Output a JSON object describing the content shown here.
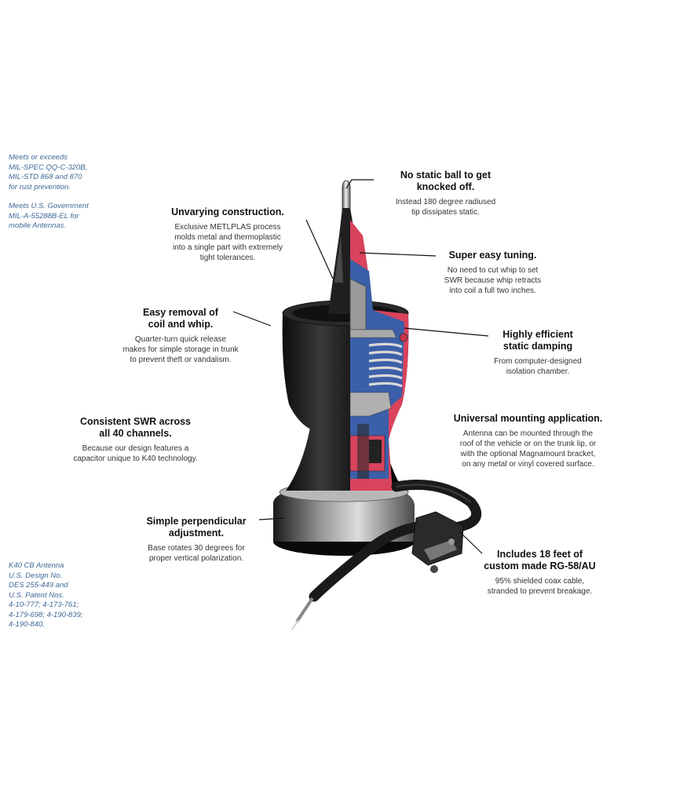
{
  "side_notes": {
    "spec": [
      "Meets or exceeds",
      "MIL-SPEC QQ-C-320B,",
      "MIL-STD 868 and 870",
      "for rust prevention.",
      "",
      "Meets U.S. Government",
      "MIL-A-55288B-EL for",
      "mobile Antennas."
    ],
    "patent": [
      "K40 CB Antenna",
      "U.S. Design No.",
      "DES 255-449 and",
      "U.S. Patent Nos.",
      "4-10-777;  4-173-761;",
      "4-179-698;  4-190-839;",
      "4-190-840."
    ]
  },
  "callouts": {
    "static_ball": {
      "title": "No static ball to get\nknocked off.",
      "body": "Instead 180 degree radiused\ntip dissipates static."
    },
    "construction": {
      "title": "Unvarying construction.",
      "body": "Exclusive METLPLAS process\nmolds metal and thermoplastic\ninto a single part with extremely\ntight tolerances."
    },
    "tuning": {
      "title": "Super easy tuning.",
      "body": "No need to cut whip to set\nSWR because whip retracts\ninto coil a full two inches."
    },
    "removal": {
      "title": "Easy removal of\ncoil and whip.",
      "body": "Quarter-turn quick release\nmakes for simple storage in trunk\nto prevent theft or vandalism."
    },
    "damping": {
      "title": "Highly efficient\nstatic damping",
      "body": "From computer-designed\nisolation chamber."
    },
    "swr": {
      "title": "Consistent SWR across\nall 40 channels.",
      "body": "Because our design features a\ncapacitor unique to K40 technology."
    },
    "mounting": {
      "title": "Universal mounting application.",
      "body": "Antenna can be mounted through the\nroof of the vehicle or on the trunk lip, or\nwith the optional Magnamount bracket,\non any metal or vinyl covered surface."
    },
    "adjustment": {
      "title": "Simple perpendicular\nadjustment.",
      "body": "Base rotates 30 degrees for\nproper vertical polarization."
    },
    "coax": {
      "title": "Includes 18 feet of\ncustom made RG-58/AU",
      "body": "95% shielded coax cable,\nstranded to prevent breakage."
    }
  },
  "colors": {
    "note_blue": "#3f6a96",
    "body_black": "#1c1c1c",
    "cutaway_blue": "#3b5fa8",
    "cutaway_red": "#d9435c",
    "metal_grey": "#9a9a9a"
  }
}
